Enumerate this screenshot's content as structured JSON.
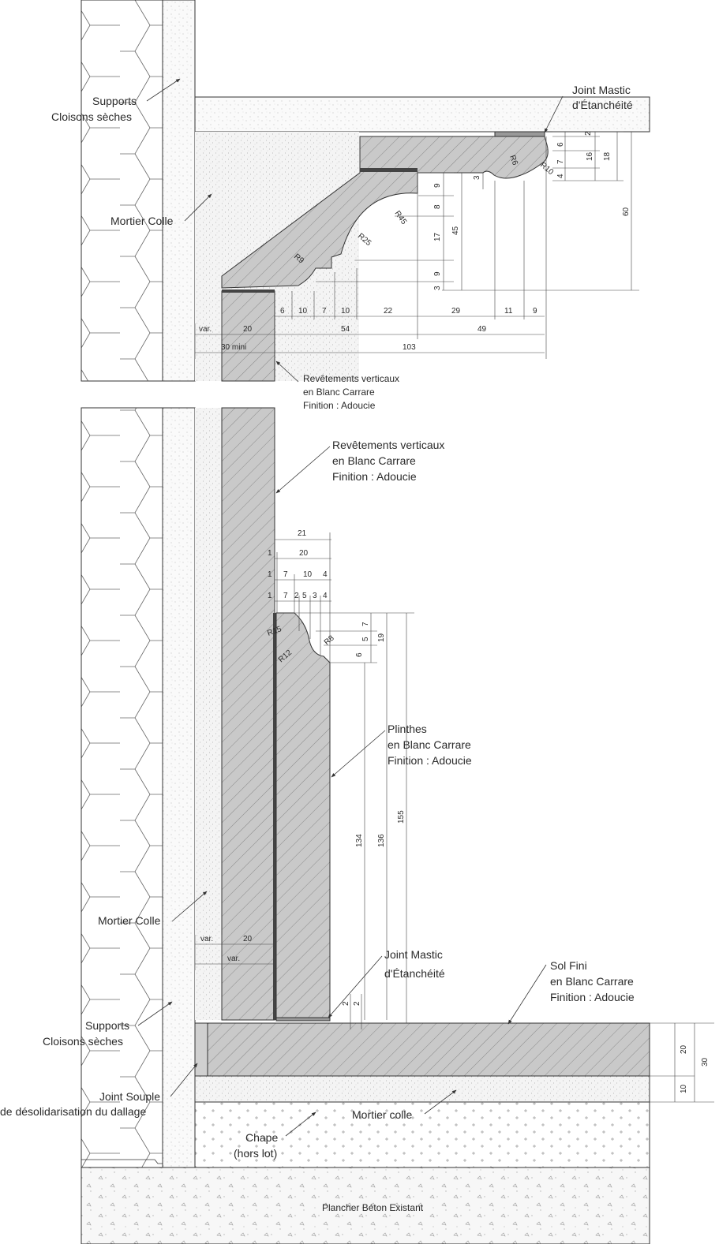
{
  "labels": {
    "supports_top": [
      "Supports",
      "Cloisons sèches"
    ],
    "joint_mastic_top": [
      "Joint Mastic",
      "d'Étanchéité"
    ],
    "mortier_colle_top": "Mortier Colle",
    "revetements_small": [
      "Revêtements verticaux",
      "en Blanc Carrare",
      "Finition : Adoucie"
    ],
    "revetements_main": [
      "Revêtements verticaux",
      "en Blanc Carrare",
      "Finition : Adoucie"
    ],
    "plinthes": [
      "Plinthes",
      "en Blanc Carrare",
      "Finition : Adoucie"
    ],
    "mortier_colle_bottom": "Mortier Colle",
    "joint_mastic_bottom": [
      "Joint Mastic",
      "d'Étanchéité"
    ],
    "sol_fini": [
      "Sol Fini",
      "en Blanc Carrare",
      "Finition : Adoucie"
    ],
    "supports_bottom": [
      "Supports",
      "Cloisons sèches"
    ],
    "joint_souple": [
      "Joint Souple",
      "de désolidarisation du dallage"
    ],
    "mortier_colle_floor": "Mortier colle",
    "chape": [
      "Chape",
      "(hors lot)"
    ],
    "plancher": "Plancher Béton Existant"
  },
  "dimensions": {
    "cornice_right": [
      "2",
      "6",
      "7",
      "4",
      "16",
      "18",
      "60"
    ],
    "cornice_vertical": [
      "9",
      "8",
      "17",
      "45",
      "9",
      "3",
      "3"
    ],
    "cornice_radii": [
      "R45",
      "R25",
      "R9",
      "R6",
      "R10"
    ],
    "cornice_row1": [
      "6",
      "10",
      "7",
      "10",
      "22",
      "29",
      "11",
      "9"
    ],
    "cornice_row2": [
      "var.",
      "20",
      "54",
      "49"
    ],
    "cornice_row3": [
      "30 mini",
      "103"
    ],
    "plinth_rows": [
      [
        "21"
      ],
      [
        "1",
        "20"
      ],
      [
        "1",
        "7",
        "10",
        "4"
      ],
      [
        "1",
        "7",
        "2",
        "5",
        "3",
        "4"
      ]
    ],
    "plinth_radii": [
      "R15",
      "R12",
      "R8"
    ],
    "plinth_vertical": [
      "7",
      "5",
      "6",
      "19",
      "134",
      "136",
      "155"
    ],
    "wall_bottom": [
      "var.",
      "20",
      "var."
    ],
    "joint_gap": [
      "2",
      "2"
    ],
    "floor_right": [
      "20",
      "10",
      "30"
    ]
  }
}
